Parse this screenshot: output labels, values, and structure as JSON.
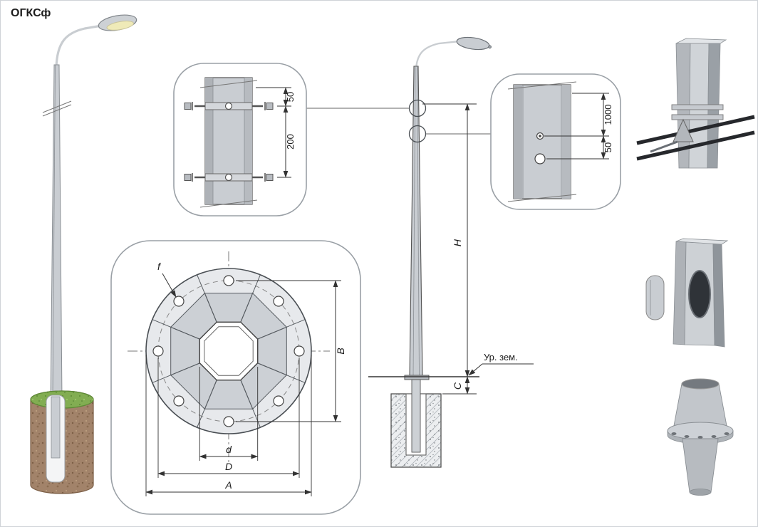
{
  "title": "ОГКСф",
  "clamp_detail": {
    "dim_top": "50",
    "dim_span": "200"
  },
  "cable_detail": {
    "dim_height": "1000",
    "dim_offset": "50"
  },
  "flange": {
    "f": "f",
    "B": "B",
    "d": "d",
    "D": "D",
    "A": "A"
  },
  "elevation": {
    "H": "H",
    "C": "C",
    "ground": "Ур. зем."
  },
  "colors": {
    "line": "#4a4f54",
    "metal_light": "#d0d4d8",
    "metal_mid": "#c9cdd2",
    "metal_dark": "#9aa0a6",
    "soil": "#a2836a",
    "grass": "#82ad52",
    "lamp_glow": "#efeab8",
    "cable": "#26282c"
  }
}
